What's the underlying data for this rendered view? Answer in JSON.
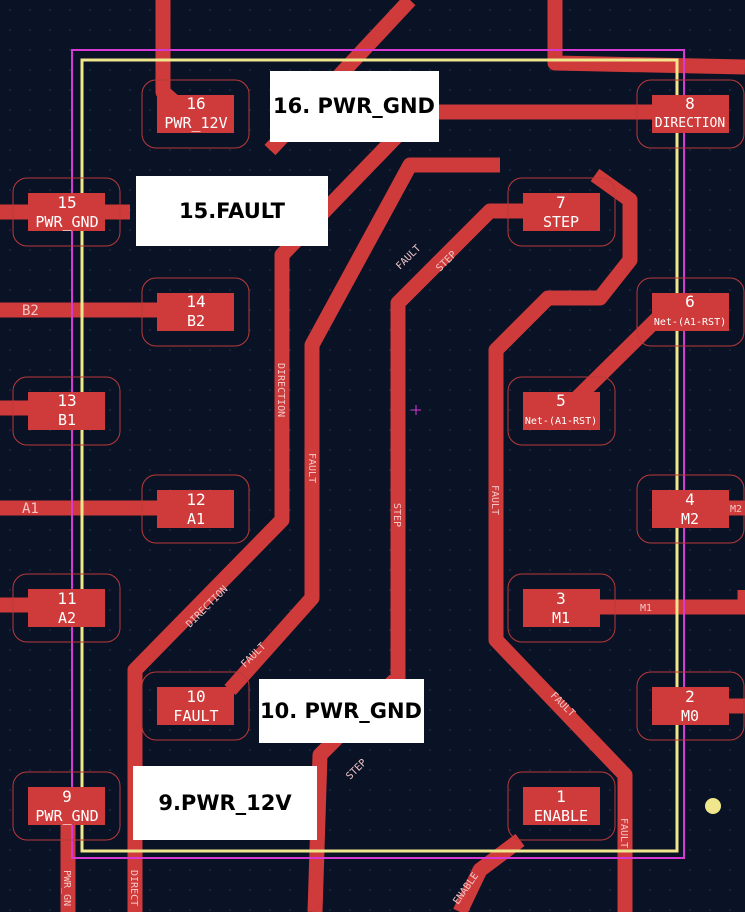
{
  "colors": {
    "background": "#0a1226",
    "copper": "#cf3b3b",
    "pad_outline": "#b83a3a",
    "silkscreen": "#f0e68c",
    "courtyard": "#d63ad6",
    "text": "#ffffff"
  },
  "pads": [
    {
      "num": "1",
      "name": "ENABLE"
    },
    {
      "num": "2",
      "name": "M0"
    },
    {
      "num": "3",
      "name": "M1"
    },
    {
      "num": "4",
      "name": "M2"
    },
    {
      "num": "5",
      "name": "Net-(A1-RST)"
    },
    {
      "num": "6",
      "name": "Net-(A1-RST)"
    },
    {
      "num": "7",
      "name": "STEP"
    },
    {
      "num": "8",
      "name": "DIRECTION"
    },
    {
      "num": "9",
      "name": "PWR_GND"
    },
    {
      "num": "10",
      "name": "FAULT"
    },
    {
      "num": "11",
      "name": "A2"
    },
    {
      "num": "12",
      "name": "A1"
    },
    {
      "num": "13",
      "name": "B1"
    },
    {
      "num": "14",
      "name": "B2"
    },
    {
      "num": "15",
      "name": "PWR_GND"
    },
    {
      "num": "16",
      "name": "PWR_12V"
    }
  ],
  "trace_labels": {
    "b2": "B2",
    "a1": "A1",
    "m1": "M1",
    "m2": "M2",
    "fault_a": "FAULT",
    "step_a": "STEP",
    "direction_a": "DIRECTION",
    "fault_b": "FAULT",
    "step_b": "STEP",
    "fault_c": "FAULT",
    "direction_b": "DIRECTION",
    "fault_d": "FAULT",
    "fault_e": "FAULT",
    "step_c": "STEP",
    "fault_f": "FAULT",
    "pwr_gnd": "PWR_GN",
    "direction_c": "DIRECT",
    "enable": "ENABLE"
  },
  "callouts": {
    "c16": "16. PWR_GND",
    "c15": "15.FAULT",
    "c10": "10. PWR_GND",
    "c9": "9.PWR_12V"
  }
}
